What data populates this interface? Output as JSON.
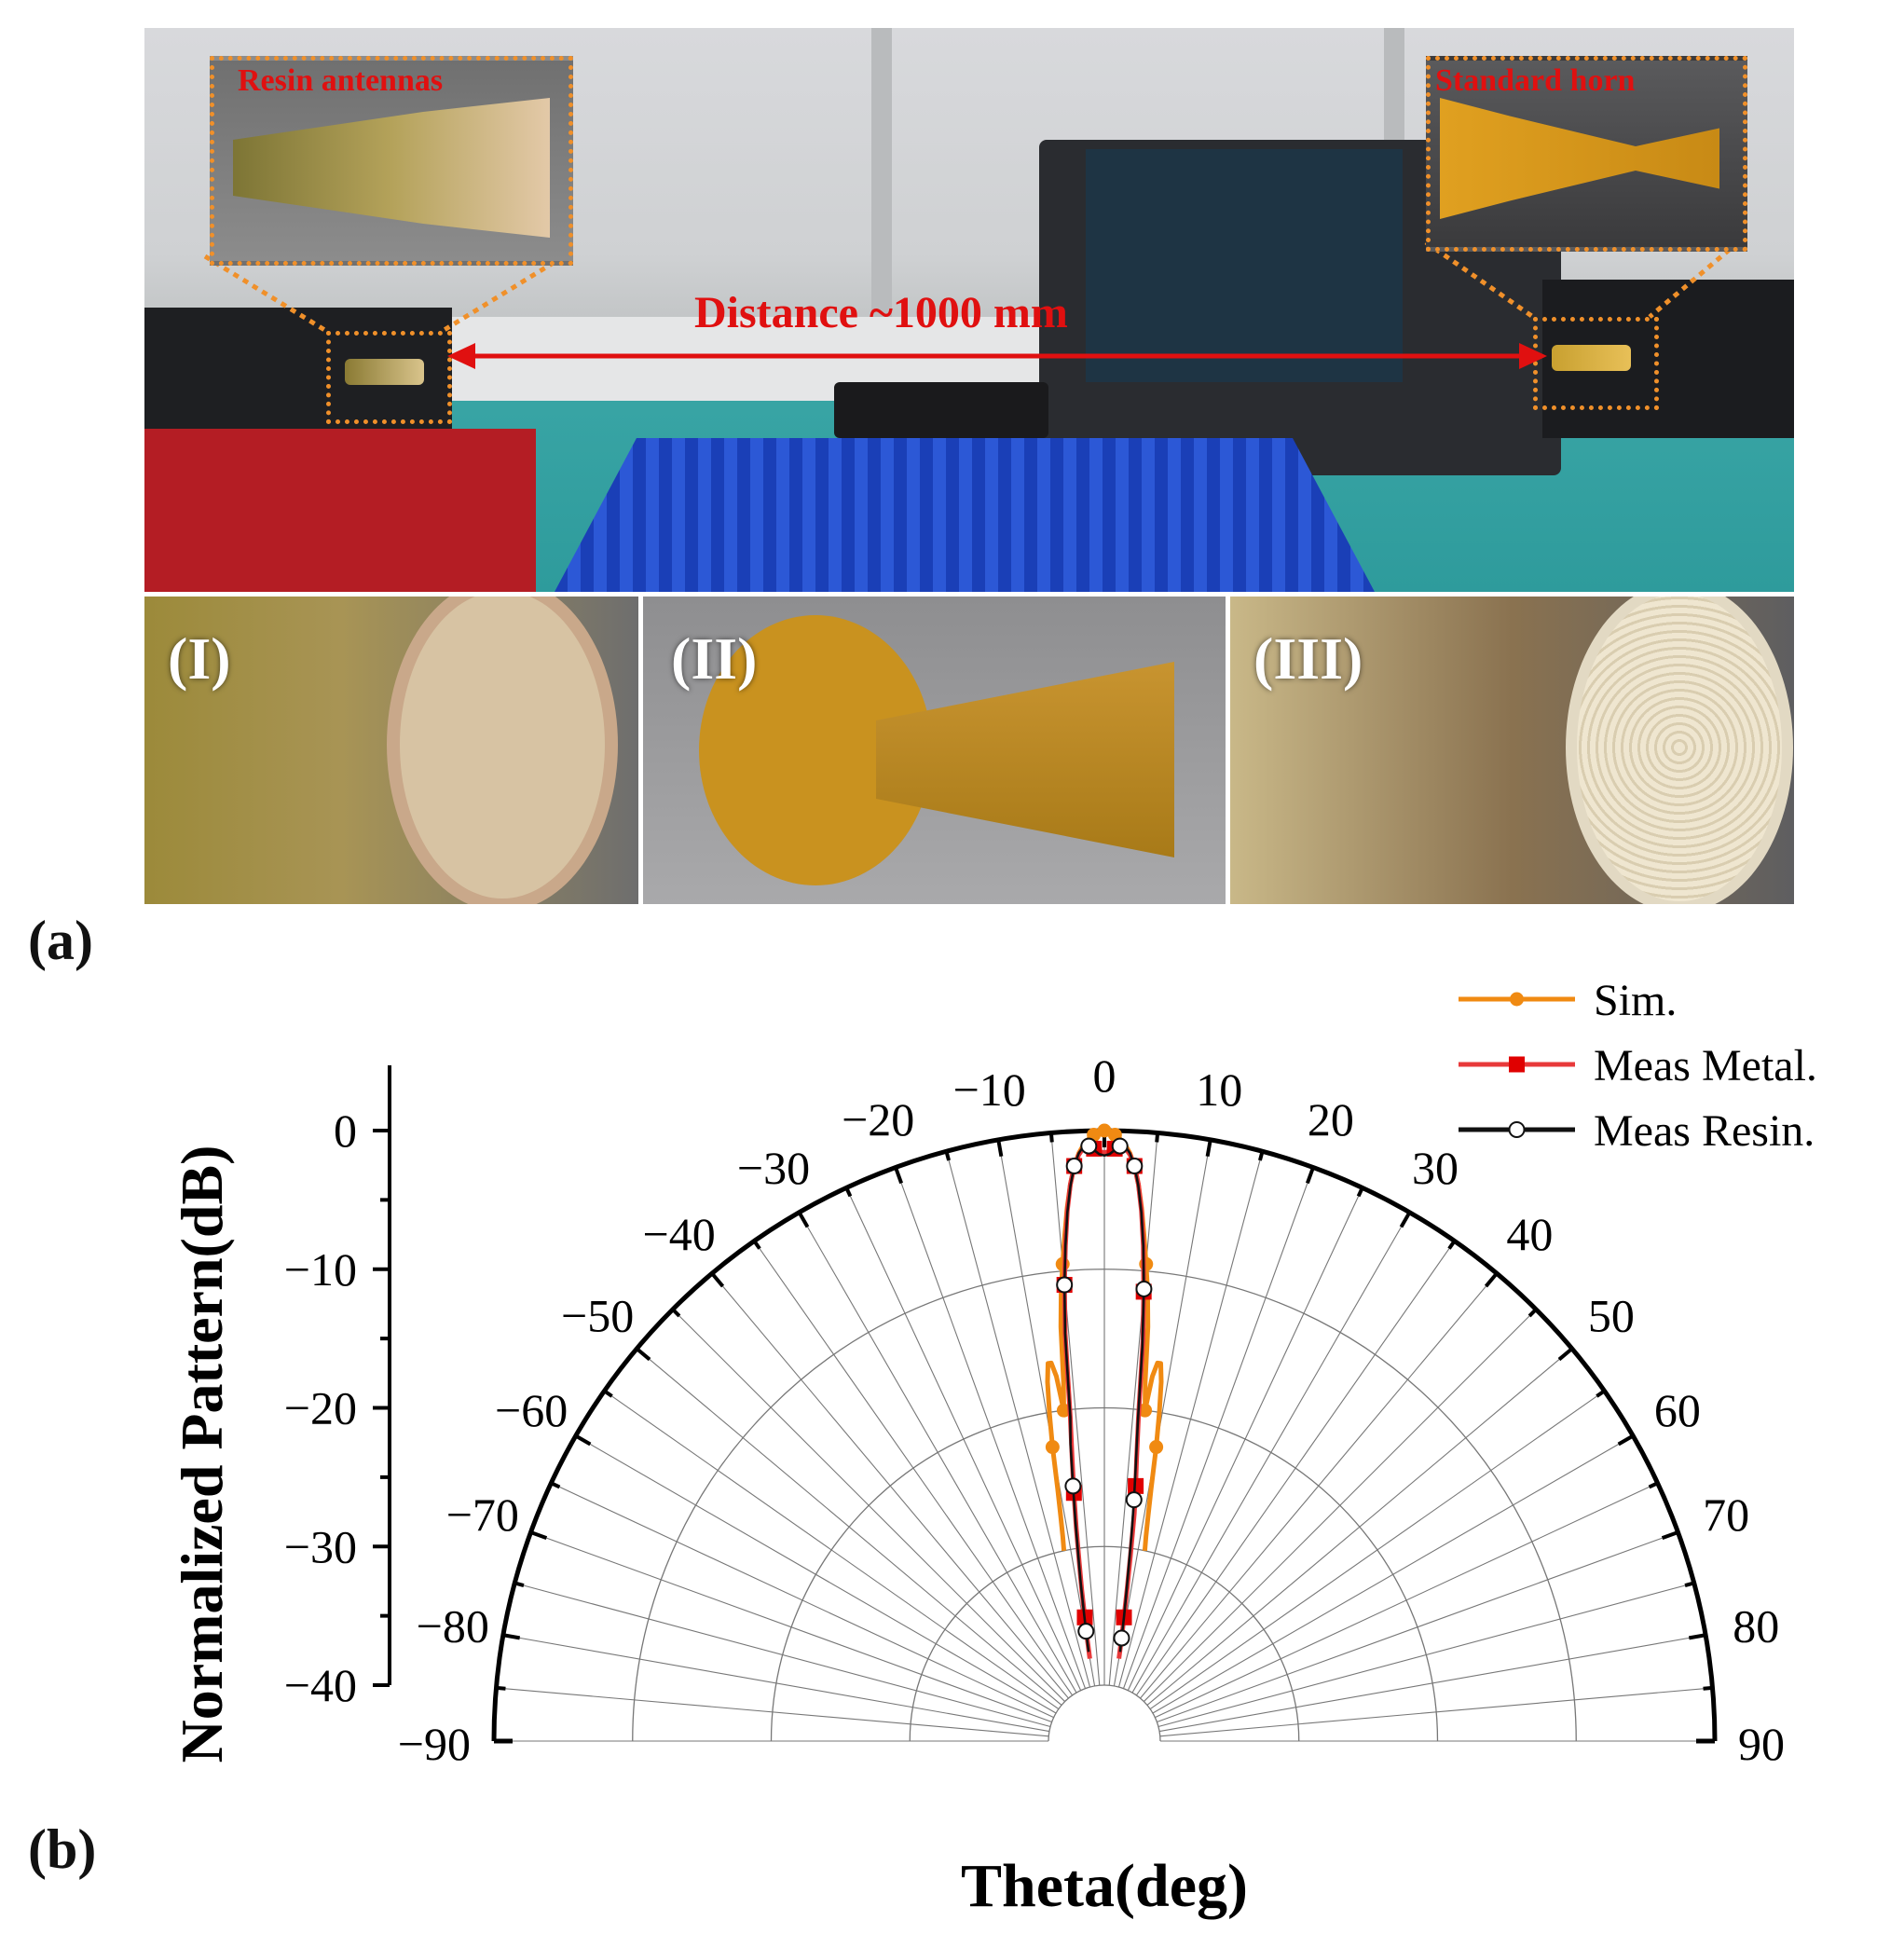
{
  "figure": {
    "panel_a_label": "(a)",
    "panel_b_label": "(b)",
    "photo": {
      "left_inset_label": "Resin antennas",
      "right_inset_label": "Standard horn",
      "distance_label": "Distance ~1000 mm",
      "sub_labels": [
        "(I)",
        "(II)",
        "(III)"
      ]
    }
  },
  "colors": {
    "sim": "#f08a12",
    "metal": "#e8393a",
    "metal_marker": "#e00000",
    "resin": "#111111",
    "inset_label": "#e01010",
    "callout": "#f0902a",
    "arrow": "#e01010"
  },
  "chart_data": {
    "type": "polar",
    "ylabel": "Normalized Pattern(dB)",
    "xlabel": "Theta(deg)",
    "radial_range": [
      -40,
      0
    ],
    "radial_ticks": [
      "0",
      "−10",
      "−20",
      "−30",
      "−40"
    ],
    "radial_tick_values": [
      0,
      -10,
      -20,
      -30,
      -40
    ],
    "angle_range": [
      -90,
      90
    ],
    "angle_ticks": [
      "−90",
      "−80",
      "−70",
      "−60",
      "−50",
      "−40",
      "−30",
      "−20",
      "−10",
      "0",
      "10",
      "20",
      "30",
      "40",
      "50",
      "60",
      "70",
      "80",
      "90"
    ],
    "angle_tick_values": [
      -90,
      -80,
      -70,
      -60,
      -50,
      -40,
      -30,
      -20,
      -10,
      0,
      10,
      20,
      30,
      40,
      50,
      60,
      70,
      80,
      90
    ],
    "grid": true,
    "legend_position": "top-right",
    "series": [
      {
        "name": "Sim.",
        "color": "#f08a12",
        "marker": "circle-filled",
        "theta": [
          -12,
          -11.5,
          -11,
          -10.5,
          -10,
          -9.5,
          -9,
          -8.5,
          -8,
          -7.5,
          -7,
          -6.5,
          -6,
          -5.5,
          -5,
          -4.5,
          -4,
          -3.5,
          -3,
          -2.5,
          -2,
          -1.5,
          -1,
          -0.5,
          0,
          0.5,
          1,
          1.5,
          2,
          2.5,
          3,
          3.5,
          4,
          4.5,
          5,
          5.5,
          6,
          6.5,
          7,
          7.5,
          8,
          8.5,
          9,
          9.5,
          10,
          10.5,
          11,
          11.5,
          12
        ],
        "values": [
          -30,
          -29,
          -27.5,
          -25.5,
          -22.5,
          -20,
          -17.8,
          -16.5,
          -16.5,
          -17.5,
          -20,
          -18,
          -14,
          -11.5,
          -9.5,
          -7.5,
          -5.5,
          -3.8,
          -2.5,
          -1.6,
          -1,
          -0.6,
          -0.3,
          -0.1,
          0,
          -0.1,
          -0.3,
          -0.6,
          -1,
          -1.6,
          -2.5,
          -3.8,
          -5.5,
          -7.5,
          -9.5,
          -11.5,
          -14,
          -18,
          -20,
          -17.5,
          -16.5,
          -16.5,
          -17.8,
          -20,
          -22.5,
          -25.5,
          -27.5,
          -29,
          -30
        ],
        "marker_theta": [
          -10,
          -7,
          -5,
          -3,
          -1,
          0,
          1,
          3,
          5,
          7,
          10
        ],
        "marker_values": [
          -22.5,
          -20,
          -9.5,
          -2.5,
          -0.3,
          0,
          -0.3,
          -2.5,
          -9.5,
          -20,
          -22.5
        ]
      },
      {
        "name": "Meas Metal.",
        "color": "#e8393a",
        "marker": "square-filled",
        "theta": [
          -10,
          -9.5,
          -9,
          -8.5,
          -8,
          -7.5,
          -7,
          -6.5,
          -6,
          -5.5,
          -5,
          -4.5,
          -4,
          -3.5,
          -3,
          -2.5,
          -2,
          -1.5,
          -1,
          -0.5,
          0,
          0.5,
          1,
          1.5,
          2,
          2.5,
          3,
          3.5,
          4,
          4.5,
          5,
          5.5,
          6,
          6.5,
          7,
          7.5,
          8,
          8.5,
          9,
          9.5,
          10
        ],
        "values": [
          -38,
          -36.5,
          -35,
          -33,
          -31,
          -28.5,
          -26,
          -23.5,
          -20.5,
          -14.5,
          -11,
          -8.2,
          -5.7,
          -3.8,
          -2.5,
          -1.7,
          -1.2,
          -1.1,
          -1.3,
          -1.5,
          -1.6,
          -1.5,
          -1.3,
          -1.1,
          -1.2,
          -1.7,
          -2.5,
          -3.8,
          -5.7,
          -8.2,
          -11.5,
          -15,
          -20.5,
          -23.5,
          -25.5,
          -27.5,
          -30.5,
          -33,
          -35,
          -36.5,
          -38
        ],
        "marker_theta": [
          -9,
          -7,
          -5,
          -3,
          -1,
          1,
          3,
          5,
          7,
          9
        ],
        "marker_values": [
          -35,
          -26,
          -11,
          -2.5,
          -1.3,
          -1.3,
          -2.5,
          -11.5,
          -25.5,
          -35
        ]
      },
      {
        "name": "Meas Resin.",
        "color": "#111111",
        "marker": "circle-open",
        "theta": [
          -10,
          -9.5,
          -9,
          -8.5,
          -8,
          -7.5,
          -7,
          -6.5,
          -6,
          -5.5,
          -5,
          -4.5,
          -4,
          -3.5,
          -3,
          -2.5,
          -2,
          -1.5,
          -1,
          -0.5,
          0,
          0.5,
          1,
          1.5,
          2,
          2.5,
          3,
          3.5,
          4,
          4.5,
          5,
          5.5,
          6,
          6.5,
          7,
          7.5,
          8,
          8.5,
          9,
          9.5,
          10
        ],
        "values": [
          -37.5,
          -36,
          -34.5,
          -32.5,
          -30.5,
          -28,
          -25.5,
          -22.5,
          -20.5,
          -14.5,
          -11,
          -8.2,
          -5.8,
          -3.9,
          -2.5,
          -1.6,
          -1.1,
          -1.1,
          -1.4,
          -1.7,
          -1.8,
          -1.7,
          -1.4,
          -1.1,
          -1.1,
          -1.6,
          -2.5,
          -3.9,
          -5.8,
          -8.2,
          -11.3,
          -15.5,
          -21,
          -24,
          -26.5,
          -29,
          -31.5,
          -33.5,
          -35,
          -36.5,
          -37.5
        ],
        "marker_theta": [
          -9.5,
          -7,
          -5,
          -3,
          -1.5,
          1.5,
          3,
          5,
          7,
          9.5
        ],
        "marker_values": [
          -36,
          -25.5,
          -11,
          -2.5,
          -1.1,
          -1.1,
          -2.5,
          -11.3,
          -26.5,
          -36.5
        ]
      }
    ]
  }
}
